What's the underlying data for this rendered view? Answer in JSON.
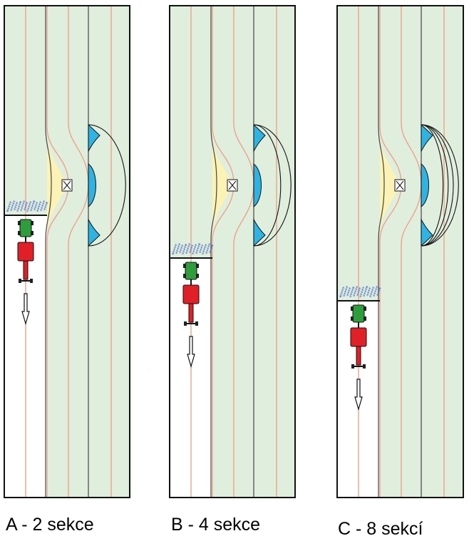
{
  "captions": {
    "a": "A - 2 sekce",
    "b": "B - 4 sekce",
    "c": "C - 8 sekcí"
  },
  "panels": [
    {
      "id": "a",
      "sections": 2
    },
    {
      "id": "b",
      "sections": 4
    },
    {
      "id": "c",
      "sections": 8
    }
  ],
  "colors": {
    "field": "#dfeedd",
    "unsown": "#ffffff",
    "row_line": "#f0a286",
    "lane_line": "#444444",
    "headland": "#fdf2b5",
    "overlap": "#2fb3e2",
    "seed": "#3d5fc4",
    "tractor": "#2e9e3c",
    "drill": "#e11f26",
    "outline": "#111111"
  }
}
